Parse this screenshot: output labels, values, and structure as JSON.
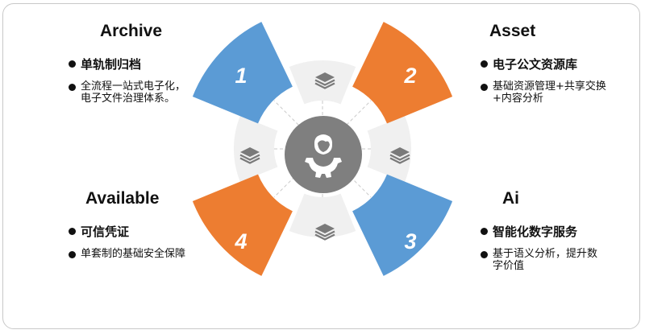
{
  "colors": {
    "blue": "#5b9bd5",
    "orange": "#ed7d31",
    "gray_segment": "#f0f0f0",
    "center_circle": "#7f7f7f",
    "icon_gray": "#7a7a7a",
    "frame_border": "#c8c8c8"
  },
  "center": {
    "icon": "user-gear-icon"
  },
  "segments": [
    {
      "number": "1",
      "color": "blue",
      "position": "top-left"
    },
    {
      "number": "2",
      "color": "orange",
      "position": "top-right"
    },
    {
      "number": "3",
      "color": "blue",
      "position": "bottom-right"
    },
    {
      "number": "4",
      "color": "orange",
      "position": "bottom-left"
    }
  ],
  "layer_icons": [
    {
      "position": "top",
      "icon": "layers-icon"
    },
    {
      "position": "right",
      "icon": "layers-icon"
    },
    {
      "position": "bottom",
      "icon": "layers-icon"
    },
    {
      "position": "left",
      "icon": "layers-icon"
    }
  ],
  "panels": {
    "archive": {
      "title": "Archive",
      "main": "单轨制归档",
      "sub": "全流程一站式电子化，电子文件治理体系。"
    },
    "asset": {
      "title": "Asset",
      "main": "电子公文资源库",
      "sub": "基础资源管理+共享交换+内容分析"
    },
    "available": {
      "title": "Available",
      "main": "可信凭证",
      "sub": "单套制的基础安全保障"
    },
    "ai": {
      "title": "Ai",
      "main": "智能化数字服务",
      "sub": "基于语义分析，提升数字价值"
    }
  }
}
